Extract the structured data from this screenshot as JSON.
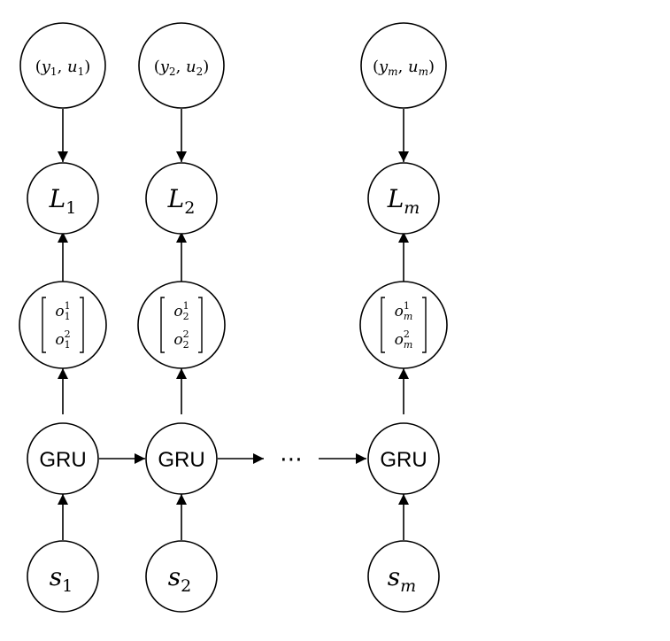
{
  "diagram": {
    "columns": [
      {
        "target": {
          "open": "(",
          "y": "y",
          "ysub": "1",
          "sep": ", ",
          "u": "u",
          "usub": "1",
          "close": ")"
        },
        "loss": {
          "base": "L",
          "sub": "1"
        },
        "output": {
          "top": {
            "base": "o",
            "sub": "1",
            "sup": "1"
          },
          "bottom": {
            "base": "o",
            "sub": "1",
            "sup": "2"
          }
        },
        "cell": "GRU",
        "input": {
          "base": "s",
          "sub": "1"
        }
      },
      {
        "target": {
          "open": "(",
          "y": "y",
          "ysub": "2",
          "sep": ", ",
          "u": "u",
          "usub": "2",
          "close": ")"
        },
        "loss": {
          "base": "L",
          "sub": "2"
        },
        "output": {
          "top": {
            "base": "o",
            "sub": "2",
            "sup": "1"
          },
          "bottom": {
            "base": "o",
            "sub": "2",
            "sup": "2"
          }
        },
        "cell": "GRU",
        "input": {
          "base": "s",
          "sub": "2"
        }
      },
      {
        "target": {
          "open": "(",
          "y": "y",
          "ysub": "m",
          "sep": ", ",
          "u": "u",
          "usub": "m",
          "close": ")"
        },
        "loss": {
          "base": "L",
          "sub": "m"
        },
        "output": {
          "top": {
            "base": "o",
            "sub": "m",
            "sup": "1"
          },
          "bottom": {
            "base": "o",
            "sub": "m",
            "sup": "2"
          }
        },
        "cell": "GRU",
        "input": {
          "base": "s",
          "sub": "m"
        }
      }
    ],
    "ellipsis": "⋯",
    "edges": [
      {
        "from": "target-1",
        "to": "loss-1"
      },
      {
        "from": "output-1",
        "to": "loss-1"
      },
      {
        "from": "cell-1",
        "to": "output-1"
      },
      {
        "from": "input-1",
        "to": "cell-1"
      },
      {
        "from": "target-2",
        "to": "loss-2"
      },
      {
        "from": "output-2",
        "to": "loss-2"
      },
      {
        "from": "cell-2",
        "to": "output-2"
      },
      {
        "from": "input-2",
        "to": "cell-2"
      },
      {
        "from": "target-3",
        "to": "loss-3"
      },
      {
        "from": "output-3",
        "to": "loss-3"
      },
      {
        "from": "cell-3",
        "to": "output-3"
      },
      {
        "from": "input-3",
        "to": "cell-3"
      },
      {
        "from": "cell-1",
        "to": "cell-2"
      },
      {
        "from": "cell-2",
        "to": "ellipsis"
      },
      {
        "from": "ellipsis",
        "to": "cell-3"
      }
    ]
  }
}
